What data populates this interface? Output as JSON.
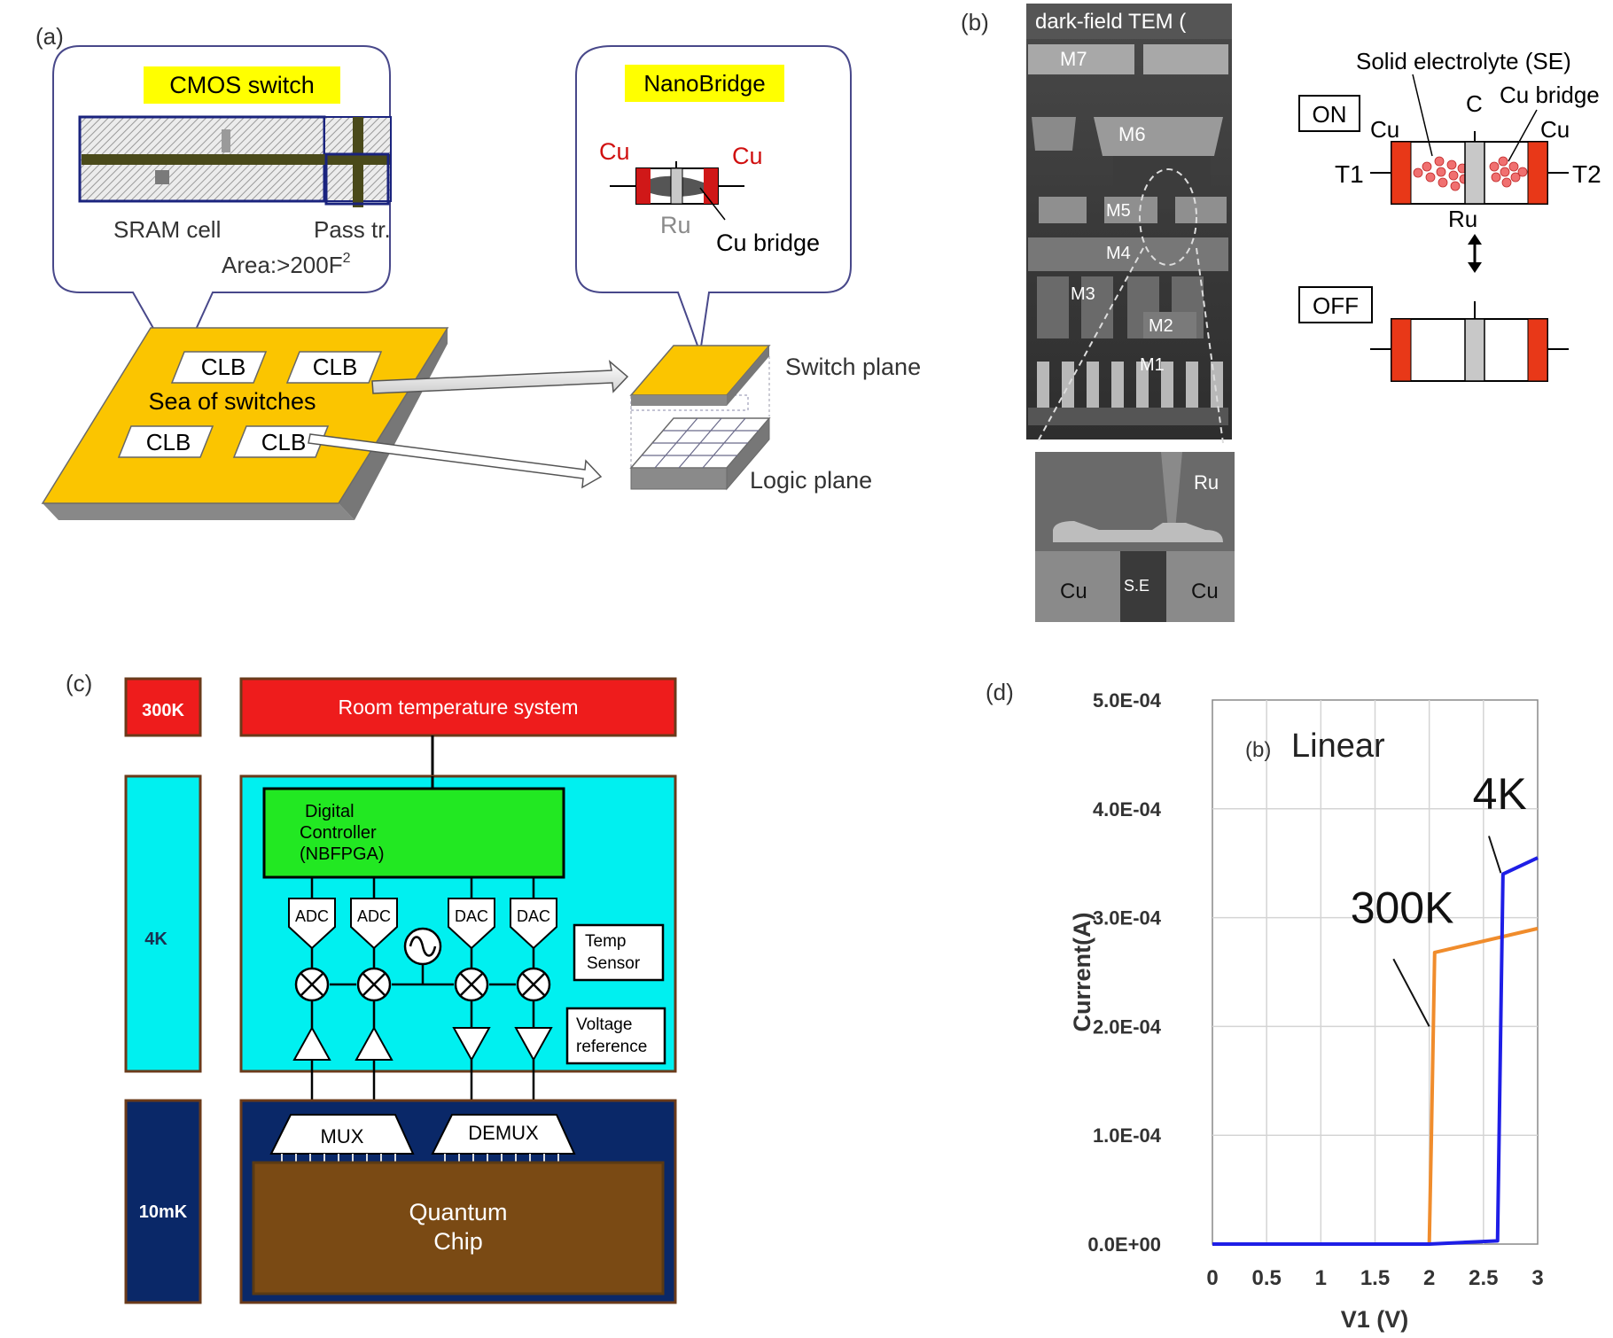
{
  "panel_a": {
    "label": "(a)",
    "cmos_title": "CMOS switch",
    "sram_label": "SRAM cell",
    "pass_label": "Pass tr.",
    "area_label": "Area:>200F",
    "area_sup": "2",
    "nanobridge_title": "NanoBridge",
    "cu_left": "Cu",
    "cu_right": "Cu",
    "ru": "Ru",
    "cu_bridge": "Cu bridge",
    "clb": [
      "CLB",
      "CLB",
      "CLB",
      "CLB"
    ],
    "sea": "Sea of switches",
    "switch_plane": "Switch plane",
    "logic_plane": "Logic plane"
  },
  "panel_b": {
    "label": "(b)",
    "tem_title": "dark-field TEM (",
    "metal_layers": [
      "M7",
      "M6",
      "M5",
      "M4",
      "M3",
      "M2",
      "M1"
    ],
    "zoom_ru": "Ru",
    "zoom_se": "S.E",
    "zoom_cu_left": "Cu",
    "zoom_cu_right": "Cu",
    "solid_electrolyte": "Solid electrolyte (SE)",
    "c": "C",
    "cu_bridge": "Cu bridge",
    "cu_left": "Cu",
    "cu_right": "Cu",
    "on": "ON",
    "off": "OFF",
    "t1": "T1",
    "t2": "T2",
    "ru": "Ru"
  },
  "panel_c": {
    "label": "(c)",
    "temps": [
      "300K",
      "4K",
      "10mK"
    ],
    "room": "Room temperature system",
    "controller": [
      "Digital",
      "Controller",
      "(NBFPGA)"
    ],
    "adc": [
      "ADC",
      "ADC"
    ],
    "dac": [
      "DAC",
      "DAC"
    ],
    "temp_sensor": [
      "Temp",
      "Sensor"
    ],
    "voltage_ref": [
      "Voltage",
      "reference"
    ],
    "mux": "MUX",
    "demux": "DEMUX",
    "quantum": [
      "Quantum",
      "Chip"
    ],
    "colors": {
      "red": "#ee1c1c",
      "cyan": "#00f0f0",
      "navy": "#0a2868",
      "green": "#22e822",
      "brown": "#7a4a14"
    }
  },
  "panel_d": {
    "label": "(d)",
    "chart_data": {
      "type": "line",
      "inset_prefix": "(b)",
      "inset_title": "Linear",
      "xlabel": "V1 (V)",
      "ylabel": "Current(A)",
      "xlim": [
        0,
        3
      ],
      "ylim": [
        0,
        0.0005
      ],
      "xticks": [
        "0",
        "0.5",
        "1",
        "1.5",
        "2",
        "2.5",
        "3"
      ],
      "yticks": [
        "0.0E+00",
        "1.0E-04",
        "2.0E-04",
        "3.0E-04",
        "4.0E-04",
        "5.0E-04"
      ],
      "grid": true,
      "series": [
        {
          "name": "300K",
          "color": "#f08c2c",
          "x": [
            0,
            2.0,
            2.02,
            2.05,
            3.0
          ],
          "y": [
            0,
            0,
            0.0001,
            0.000268,
            0.00029
          ]
        },
        {
          "name": "4K",
          "color": "#1e1ee6",
          "x": [
            0,
            2.0,
            2.63,
            2.68,
            3.0
          ],
          "y": [
            0,
            0,
            3e-06,
            0.00034,
            0.000355
          ]
        }
      ]
    }
  }
}
